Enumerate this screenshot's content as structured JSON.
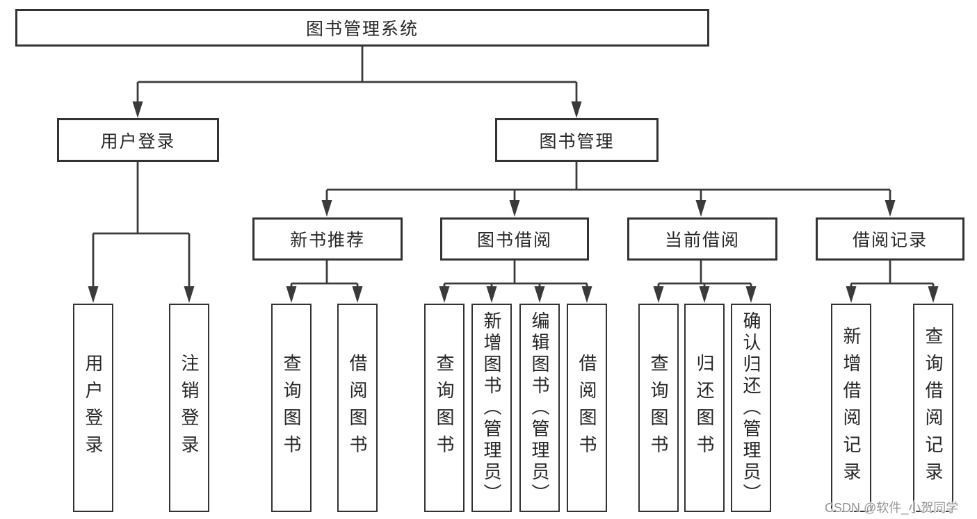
{
  "diagram": {
    "tree": {
      "root": {
        "label": "图书管理系统",
        "children": [
          {
            "label": "用户登录",
            "children": [
              {
                "label": "用户登录"
              },
              {
                "label": "注销登录"
              }
            ]
          },
          {
            "label": "图书管理",
            "children": [
              {
                "label": "新书推荐",
                "children": [
                  {
                    "label": "查询图书"
                  },
                  {
                    "label": "借阅图书"
                  }
                ]
              },
              {
                "label": "图书借阅",
                "children": [
                  {
                    "label": "查询图书"
                  },
                  {
                    "label": "新增图书（管理员）"
                  },
                  {
                    "label": "编辑图书（管理员）"
                  },
                  {
                    "label": "借阅图书"
                  }
                ]
              },
              {
                "label": "当前借阅",
                "children": [
                  {
                    "label": "查询图书"
                  },
                  {
                    "label": "归还图书"
                  },
                  {
                    "label": "确认归还（管理员）"
                  }
                ]
              },
              {
                "label": "借阅记录",
                "children": [
                  {
                    "label": "新增借阅记录"
                  },
                  {
                    "label": "查询借阅记录"
                  }
                ]
              }
            ]
          }
        ]
      }
    },
    "colors": {
      "line": "#3a3a3a",
      "box_border": "#333333",
      "text": "#262626",
      "watermark": "#949494",
      "background": "#ffffff"
    },
    "watermark": "CSDN @软件_小贺同学"
  }
}
